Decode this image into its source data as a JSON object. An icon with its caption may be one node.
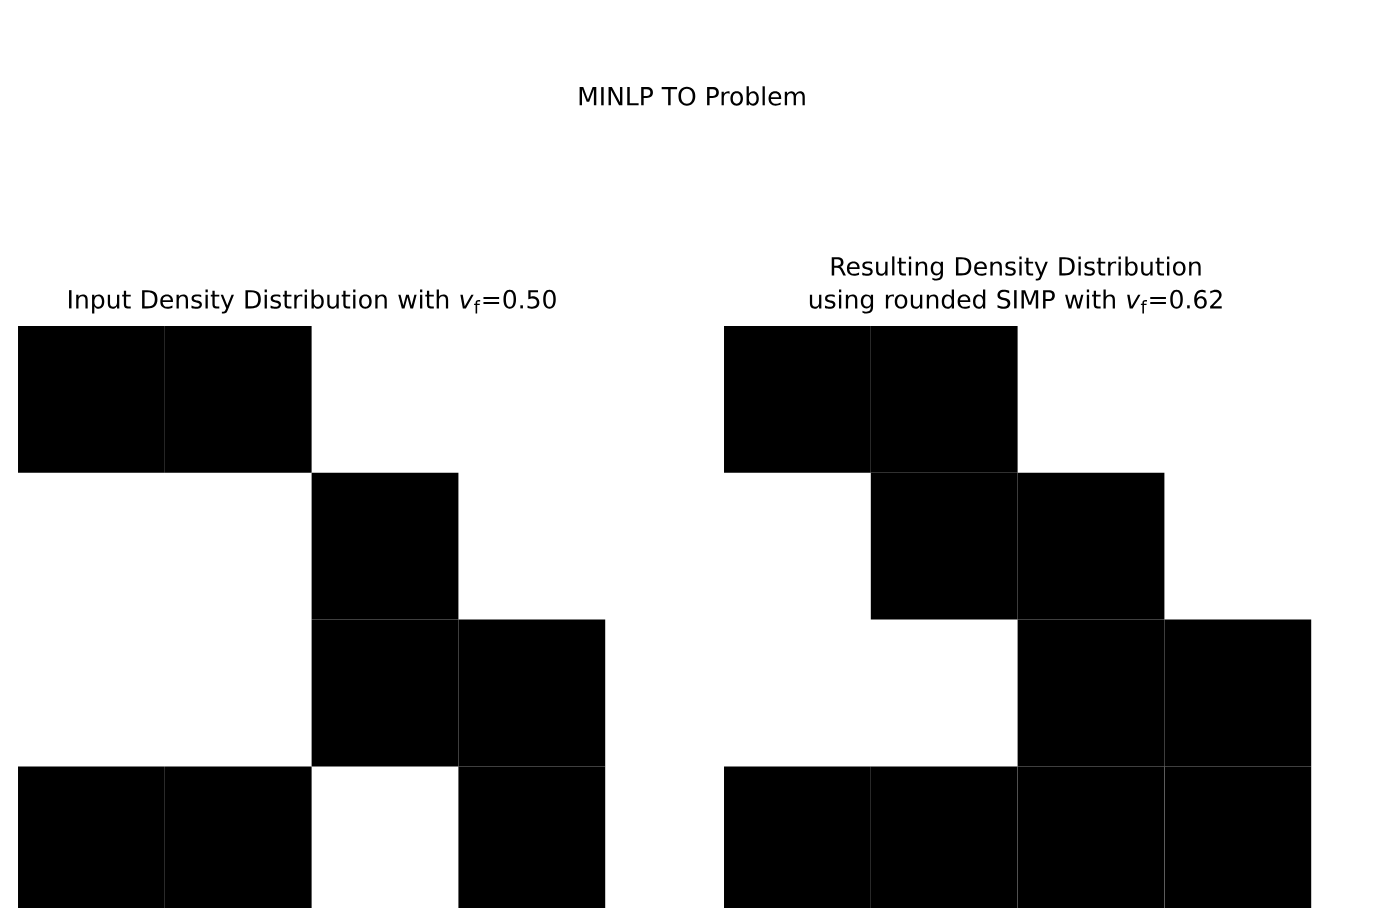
{
  "diagram": {
    "title": "MINLP TO Problem",
    "labels": [
      "Input Density Distribution with *v*$_{f}$=0.50",
      "Resulting Density Distribution using rounded SIMP with *v*$_{f}$=0.62"
    ]
  }
}
